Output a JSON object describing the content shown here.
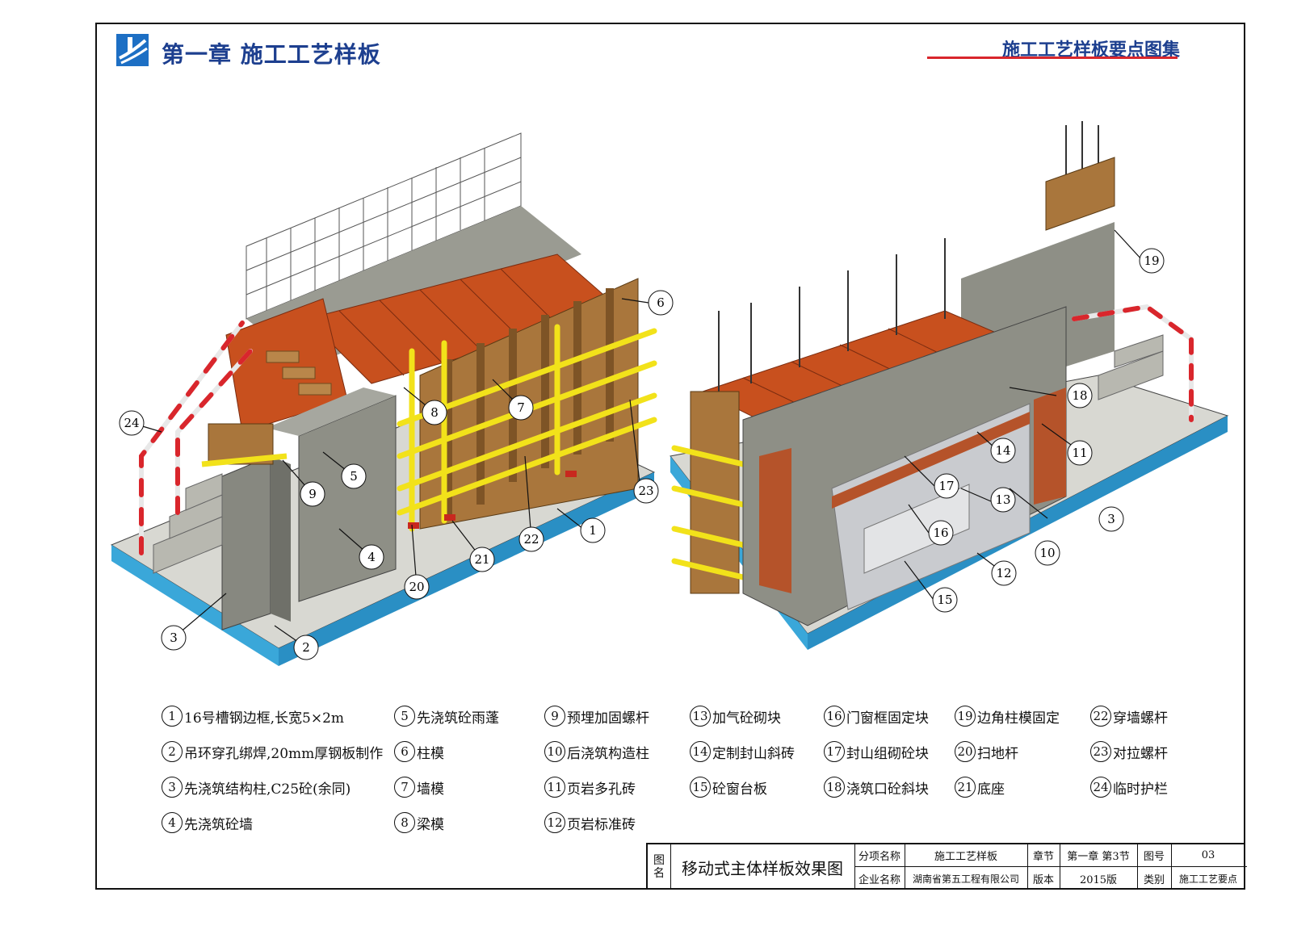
{
  "header": {
    "chapter_title": "第一章 施工工艺样板",
    "collection_title": "施工工艺样板要点图集"
  },
  "callouts": [
    "1",
    "2",
    "3",
    "4",
    "5",
    "6",
    "7",
    "8",
    "9",
    "10",
    "11",
    "12",
    "13",
    "14",
    "15",
    "16",
    "17",
    "18",
    "19",
    "20",
    "21",
    "22",
    "23",
    "24"
  ],
  "legend": [
    {
      "num": "1",
      "text": "16号槽钢边框,长宽5×2m"
    },
    {
      "num": "2",
      "text": "吊环穿孔绑焊,20mm厚钢板制作"
    },
    {
      "num": "3",
      "text": "先浇筑结构柱,C25砼(余同)"
    },
    {
      "num": "4",
      "text": "先浇筑砼墙"
    },
    {
      "num": "5",
      "text": "先浇筑砼雨蓬"
    },
    {
      "num": "6",
      "text": "柱模"
    },
    {
      "num": "7",
      "text": "墙模"
    },
    {
      "num": "8",
      "text": "梁模"
    },
    {
      "num": "9",
      "text": "预埋加固螺杆"
    },
    {
      "num": "10",
      "text": "后浇筑构造柱"
    },
    {
      "num": "11",
      "text": "页岩多孔砖"
    },
    {
      "num": "12",
      "text": "页岩标准砖"
    },
    {
      "num": "13",
      "text": "加气砼砌块"
    },
    {
      "num": "14",
      "text": "定制封山斜砖"
    },
    {
      "num": "15",
      "text": "砼窗台板"
    },
    {
      "num": "16",
      "text": "门窗框固定块"
    },
    {
      "num": "17",
      "text": "封山组砌砼块"
    },
    {
      "num": "18",
      "text": "浇筑口砼斜块"
    },
    {
      "num": "19",
      "text": "边角柱模固定"
    },
    {
      "num": "20",
      "text": "扫地杆"
    },
    {
      "num": "21",
      "text": "底座"
    },
    {
      "num": "22",
      "text": "穿墙螺杆"
    },
    {
      "num": "23",
      "text": "对拉螺杆"
    },
    {
      "num": "24",
      "text": "临时护栏"
    }
  ],
  "title_block": {
    "drawing_name_label": "图名",
    "drawing_name": "移动式主体样板效果图",
    "sub_item_label": "分项名称",
    "sub_item_value": "施工工艺样板",
    "section_label": "章节",
    "section_value": "第一章 第3节",
    "drawing_no_label": "图号",
    "drawing_no_value": "03",
    "company_label": "企业名称",
    "company_value": "湖南省第五工程有限公司",
    "version_label": "版本",
    "version_value": "2015版",
    "category_label": "类别",
    "category_value": "施工工艺要点"
  },
  "colors": {
    "brand_blue": "#1d3f8f",
    "accent_red": "#d9262c",
    "base_blue": "#3aa7d9",
    "concrete": "#8e8f86",
    "formwork_orange": "#c8501e",
    "pipe_yellow": "#f2e21a",
    "wood": "#a9763c",
    "brick": "#b5532a",
    "block_grey": "#c9cbcf"
  }
}
